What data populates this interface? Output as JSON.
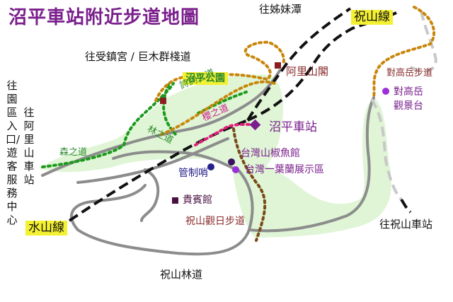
{
  "title": "沼平車站附近步道地圖",
  "lines": {
    "zhushan": "祝山線",
    "shuishan": "水山線"
  },
  "directions": {
    "to_zimeitan": "往姊妹潭",
    "to_shouzhen": "往受鎮宮 / 巨木群棧道",
    "to_entrance": "往園區入口/遊客服務中心",
    "to_alishan_station": "往阿里山車站",
    "to_zhushan_station": "往祝山車站"
  },
  "places": {
    "zhaoping_park": "沼平公園",
    "alishan_pavilion": "阿里山閣",
    "zhaoping_station": "沼平車站",
    "salamander_museum": "台灣山椒魚館",
    "orchid_exhibit": "台灣一葉蘭展示區",
    "checkpoint": "管制哨",
    "guesthouse": "貴賓館",
    "duigao_platform": "對高岳觀景台"
  },
  "trails": {
    "poetry": "詩詞之道",
    "cherry": "櫻之道",
    "forest": "森之道",
    "wood": "林之道",
    "sunrise": "祝山觀日步道",
    "duigao": "對高岳步道"
  },
  "roads": {
    "zhushan_road": "祝山林道"
  },
  "colors": {
    "rail": "#111111",
    "rail_alt": "#c8c8c8",
    "road": "#8c8c8c",
    "green_area": "#dff5d6",
    "trail_green": "#1c9a1c",
    "trail_orange": "#c8860a",
    "trail_brown": "#7a4a1a",
    "trail_pink": "#e0207a",
    "poi": "#7a1f8c",
    "highlight": "#f4f032"
  }
}
